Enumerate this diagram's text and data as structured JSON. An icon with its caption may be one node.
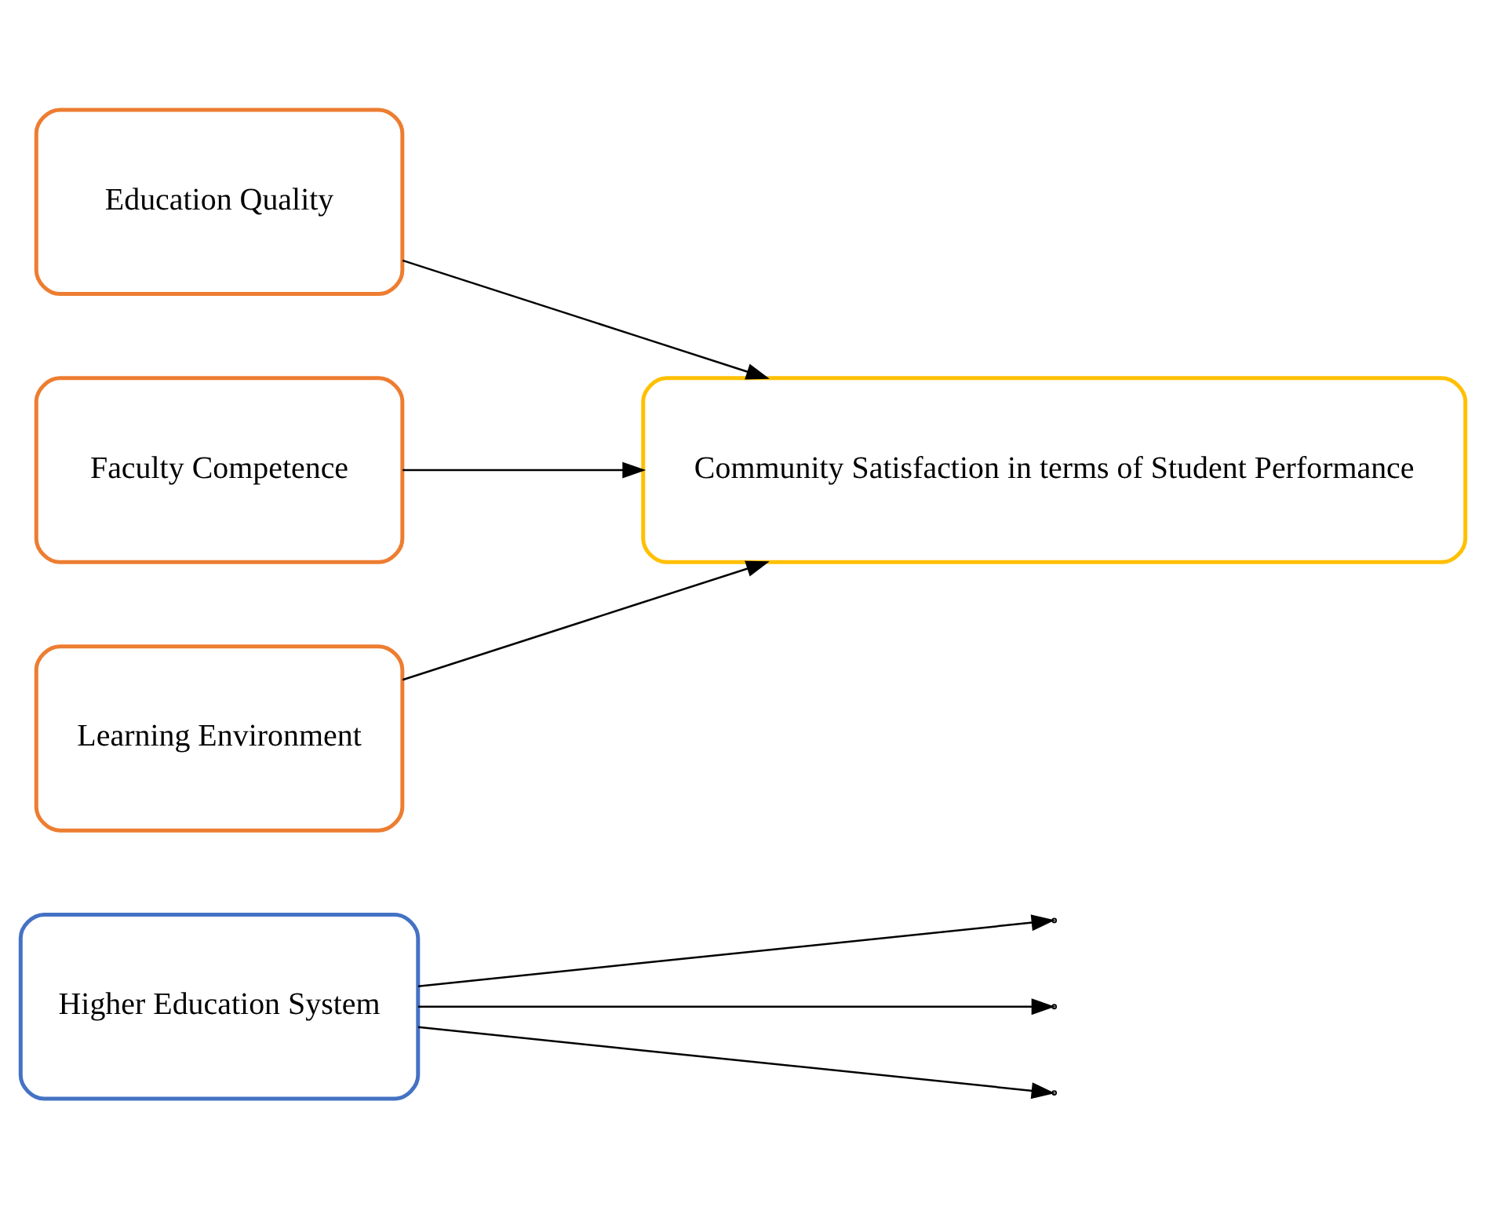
{
  "diagram": {
    "nodes": [
      {
        "text": [
          "Higher Education System"
        ]
      },
      {
        "text": [
          "Education Quality"
        ]
      },
      {
        "text": [
          "Faculty Competence"
        ]
      },
      {
        "text": [
          "Community Satisfaction in terms of Student Performance"
        ]
      },
      {
        "text": [
          "Learning Environment"
        ]
      }
    ],
    "edges": [
      {
        "from": 1,
        "to": 3,
        "arrow": "to"
      },
      {
        "from": 2,
        "to": 3,
        "arrow": "to"
      },
      {
        "from": 4,
        "to": 3,
        "arrow": "to"
      },
      {
        "from": 0,
        "to": null,
        "arrow": "to"
      },
      {
        "from": 0,
        "to": null,
        "arrow": "to"
      },
      {
        "from": 0,
        "to": null,
        "arrow": "to"
      }
    ]
  }
}
